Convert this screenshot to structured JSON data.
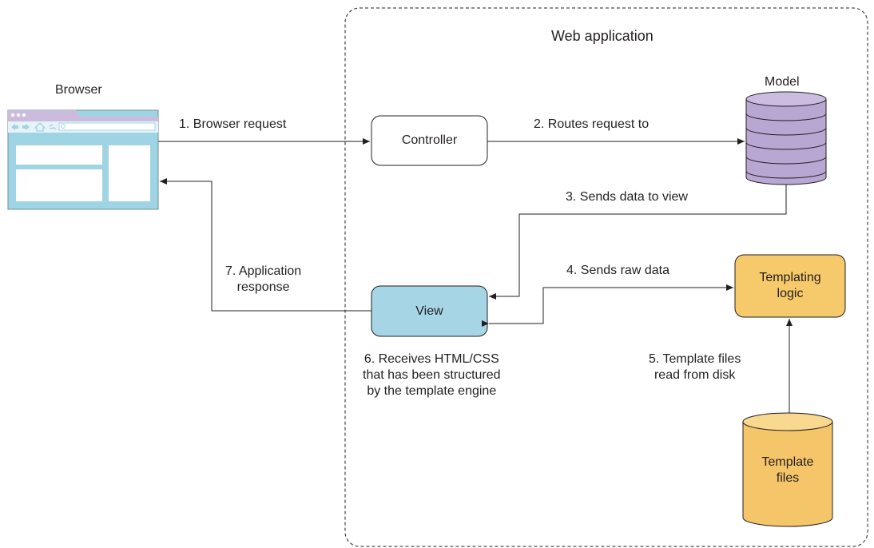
{
  "labels": {
    "web_application": "Web application",
    "browser": "Browser",
    "model": "Model",
    "controller": "Controller",
    "view": "View",
    "templating_logic": [
      "Templating",
      "logic"
    ],
    "template_files": [
      "Template",
      "files"
    ]
  },
  "arrows": {
    "step1": "1. Browser request",
    "step2": "2. Routes request to",
    "step3": "3. Sends data to view",
    "step4": "4. Sends raw data",
    "step5": [
      "5. Template files",
      "read from disk"
    ],
    "step6": [
      "6. Receives HTML/CSS",
      "that has been structured",
      "by the template engine"
    ],
    "step7": [
      "7. Application",
      "response"
    ]
  },
  "colors": {
    "browser_blue": "#9fd4e4",
    "browser_purple": "#cbbbdd",
    "model_purple": "#b7a7d2",
    "view_blue": "#a6d6e6",
    "templating_yellow": "#f6c96a",
    "template_files_yellow": "#f5c56a",
    "line": "#231f20"
  }
}
